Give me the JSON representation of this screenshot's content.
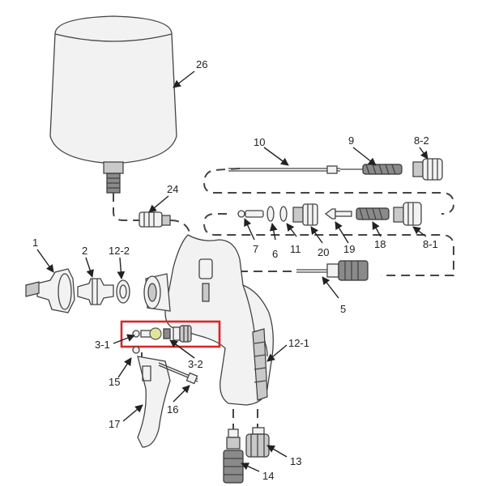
{
  "callouts": {
    "c26": "26",
    "c10": "10",
    "c9": "9",
    "c8_2": "8-2",
    "c24": "24",
    "c7": "7",
    "c6": "6",
    "c11": "11",
    "c20": "20",
    "c19": "19",
    "c18": "18",
    "c8_1": "8-1",
    "c1": "1",
    "c2": "2",
    "c12_2": "12-2",
    "c5": "5",
    "c3_1": "3-1",
    "c3_2": "3-2",
    "c12_1": "12-1",
    "c15": "15",
    "c16": "16",
    "c17": "17",
    "c13": "13",
    "c14": "14"
  },
  "colors": {
    "highlight": "#d9262a",
    "outline": "#444444",
    "part_fill": "#f2f2f2"
  }
}
